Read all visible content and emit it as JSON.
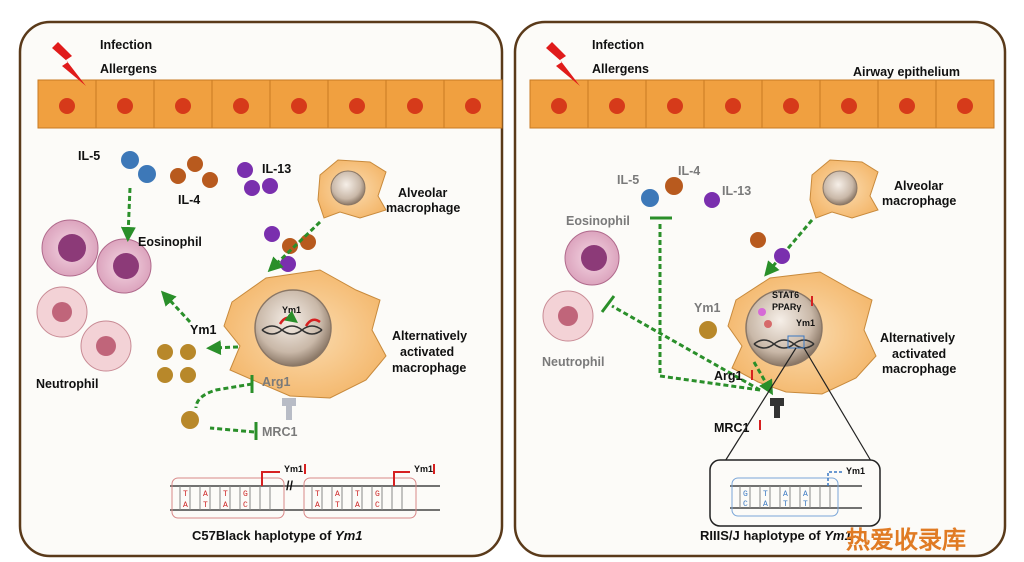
{
  "left_panel": {
    "infection": "Infection",
    "allergens": "Allergens",
    "il5": "IL-5",
    "il4": "IL-4",
    "il13": "IL-13",
    "alveolar": "Alveolar",
    "macrophage": "macrophage",
    "eosinophil": "Eosinophil",
    "neutrophil": "Neutrophil",
    "ym1": "Ym1",
    "ym1_nucleus": "Ym1",
    "arg1": "Arg1",
    "mrc1": "MRC1",
    "alt1": "Alternatively",
    "alt2": "activated",
    "alt3": "macrophage",
    "dna_label": "Ym1",
    "caption_prefix": "C57Black haplotype of ",
    "caption_gene": "Ym1"
  },
  "right_panel": {
    "infection": "Infection",
    "allergens": "Allergens",
    "airway": "Airway epithelium",
    "il5": "IL-5",
    "il4": "IL-4",
    "il13": "IL-13",
    "eosinophil": "Eosinophil",
    "neutrophil": "Neutrophil",
    "alveolar": "Alveolar",
    "macrophage": "macrophage",
    "ym1": "Ym1",
    "stat6": "STAT6",
    "ppar": "PPARγ",
    "ym1_nucleus": "Ym1",
    "arg1": "Arg1",
    "mrc1": "MRC1",
    "alt1": "Alternatively",
    "alt2": "activated",
    "alt3": "macrophage",
    "dna_label": "Ym1",
    "caption": "RIIIS/J haplotype of ",
    "caption_gene": "Ym1"
  },
  "watermark": "热爱收录库",
  "dna_bases": {
    "top": [
      "T",
      "A",
      "T",
      "G"
    ],
    "bottom": [
      "A",
      "T",
      "A",
      "C"
    ],
    "right_top": [
      "G",
      "T",
      "A",
      "A"
    ],
    "right_bottom": [
      "C",
      "A",
      "T",
      "T"
    ]
  },
  "colors": {
    "il5": "#3d78b8",
    "il4": "#b85a1e",
    "il13": "#7a2fae",
    "ym1": "#b8882a",
    "epithelium": "#f0a040",
    "nucleus": "#d63a1a",
    "macrophage": "#f7c58a",
    "arrow": "#2a8f2a",
    "up_arrow": "#d62020"
  },
  "icons": [
    "lightning-icon",
    "up-arrow-icon"
  ]
}
